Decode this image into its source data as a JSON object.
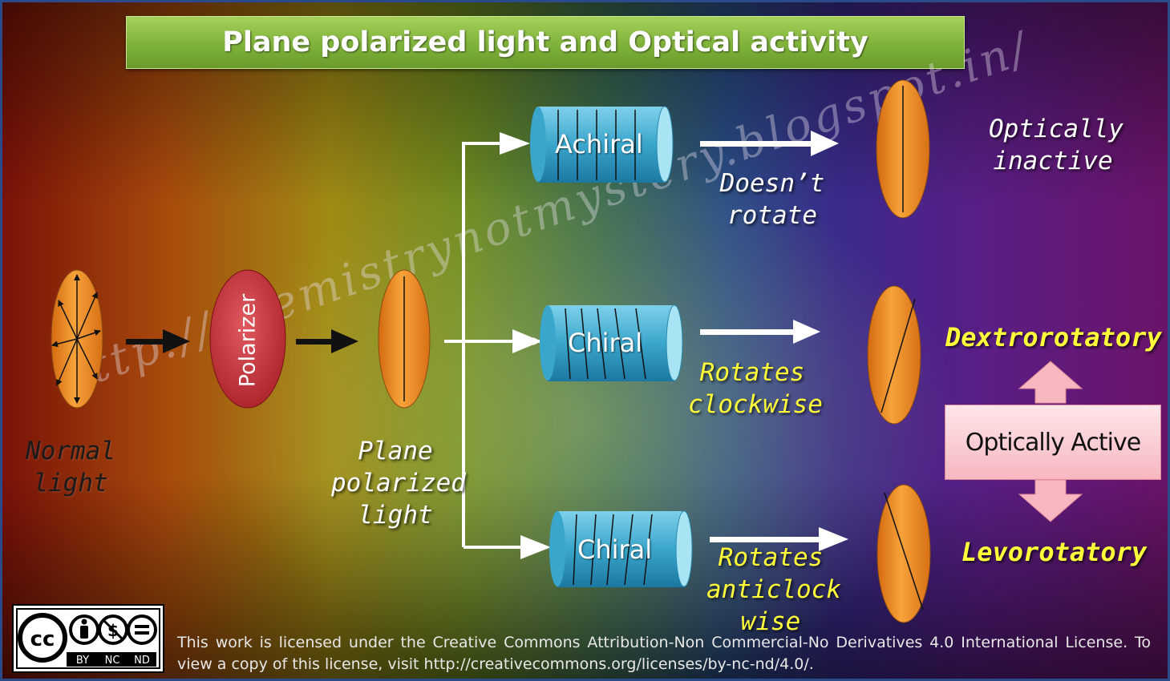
{
  "title": "Plane polarized light and Optical activity",
  "labels": {
    "normal_light": [
      "Normal",
      "light"
    ],
    "polarizer": "Polarizer",
    "plane_polarized": [
      "Plane",
      "polarized",
      "light"
    ],
    "doesnt_rotate": [
      "Doesn’t",
      "rotate"
    ],
    "rotates_clockwise": [
      "Rotates",
      "clockwise"
    ],
    "rotates_anticlock": [
      "Rotates",
      "anticlock",
      "wise"
    ],
    "optically_inactive": [
      "Optically",
      "inactive"
    ],
    "dextrorotatory": "Dextrorotatory",
    "levorotatory": "Levorotatory",
    "optically_active": "Optically Active"
  },
  "cylinders": {
    "achiral": "Achiral",
    "chiral_top": "Chiral",
    "chiral_bottom": "Chiral"
  },
  "watermark": "http://chemistrynotmystery.blogspot.in/",
  "cc_badge": {
    "cc": "cc",
    "by": "BY",
    "nc": "NC",
    "nd": "ND"
  },
  "license_text": "This work is licensed under the Creative Commons Attribution-Non Commercial-No Derivatives 4.0 International License. To view a copy of this license, visit http://creativecommons.org/licenses/by-nc-nd/4.0/.",
  "colors": {
    "title_green": "#7fb23a",
    "ellipse_orange": "#f08e28",
    "polarizer_red": "#c8323a",
    "cylinder_blue": "#3aa6cc",
    "label_yellow": "#ffff3a",
    "active_pink": "#f7b7c0"
  }
}
